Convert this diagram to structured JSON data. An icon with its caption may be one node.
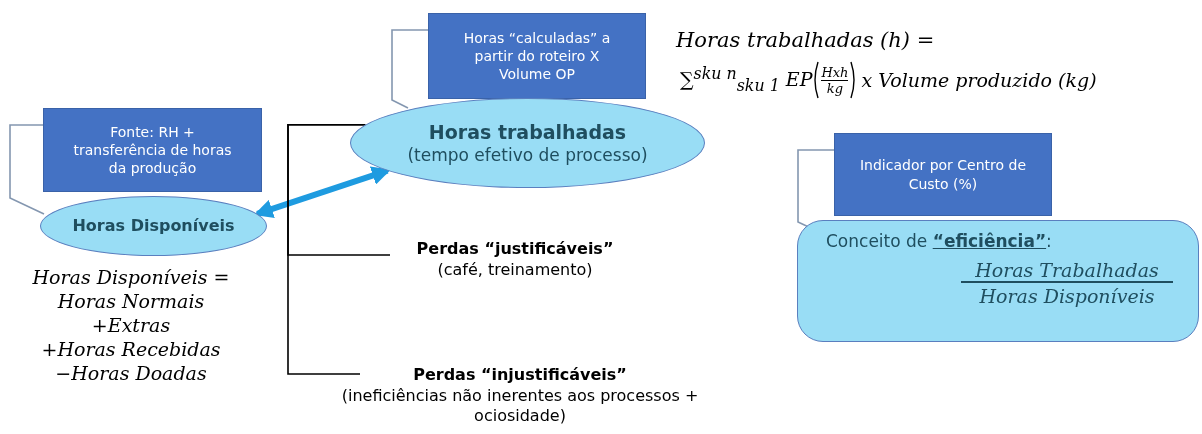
{
  "diagram": {
    "nodes": [
      {
        "text": [
          "Fonte: RH + transferência de horas da produção"
        ]
      },
      {
        "text": [
          "Horas Disponíveis"
        ]
      },
      {
        "text": [
          "Horas “calculadas” a partir do roteiro X Volume OP"
        ]
      },
      {
        "text": [
          "Horas trabalhadas",
          "(tempo efetivo de processo)"
        ]
      },
      {
        "text": [
          "Perdas “justificáveis”",
          "(café, treinamento)"
        ]
      },
      {
        "text": [
          "Perdas “injustificáveis”",
          "(ineficiências não inerentes aos processos + ociosidade)"
        ]
      },
      {
        "text": [
          "Indicador por Centro de Custo (%)"
        ]
      },
      {
        "text": [
          "Conceito de **“eficiência”**:",
          "Horas Trabalhadas",
          "Horas Disponíveis"
        ]
      }
    ],
    "edges": [
      {
        "from": 0,
        "to": 1,
        "arrow": "none",
        "color": "#8497b0"
      },
      {
        "from": 2,
        "to": 3,
        "arrow": "none",
        "color": "#8497b0"
      },
      {
        "from": 6,
        "to": 7,
        "arrow": "none",
        "color": "#8497b0"
      },
      {
        "from": 1,
        "to": 3,
        "arrow": "both",
        "style": "thick",
        "color": "#1e9be0"
      },
      {
        "from": 3,
        "to": 4,
        "arrow": "none",
        "color": "#000000"
      },
      {
        "from": 3,
        "to": 5,
        "arrow": "none",
        "color": "#000000"
      }
    ],
    "labels": [
      "Horas trabalhadas (h) =",
      "∑$^{sku n}$$_{sku 1}$ EP",
      "Hxh",
      "kg",
      "x Volume produzido (kg)",
      "Horas Disponíveis =",
      "Horas Normais",
      "+Extras",
      "+Horas Recebidas",
      "−Horas Doadas"
    ]
  }
}
